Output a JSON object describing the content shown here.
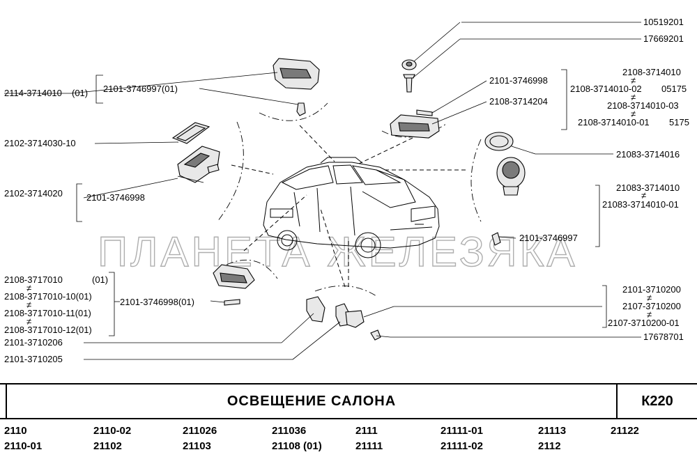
{
  "watermark": "ПЛАНЕТА ЖЕЛЕЗЯКА",
  "part_numbers": {
    "p10519201": "10519201",
    "p17669201": "17669201",
    "p2114_3714010": "2114-3714010",
    "p2114_suffix": "(01)",
    "p2101_3746997_01": "2101-3746997(01)",
    "p2101_3746998_top": "2101-3746998",
    "p2108_3714204": "2108-3714204",
    "p2108_3714010": "2108-3714010",
    "p2108_3714010_02": "2108-3714010-02",
    "p05175": "05175",
    "p2108_3714010_03": "2108-3714010-03",
    "p2108_3714010_01": "2108-3714010-01",
    "p5175": "5175",
    "p2102_3714030_10": "2102-3714030-10",
    "p21083_3714016": "21083-3714016",
    "p2102_3714020": "2102-3714020",
    "p2101_3746998_left": "2101-3746998",
    "p21083_3714010": "21083-3714010",
    "p2101_3746997_right": "2101-3746997",
    "p21083_3714010_01": "21083-3714010-01",
    "p2108_3717010": "2108-3717010",
    "p2108_3717010_suffix": "(01)",
    "p2108_3717010_10": "2108-3717010-10(01)",
    "p2101_3746998_01": "2101-3746998(01)",
    "p2108_3717010_11": "2108-3717010-11(01)",
    "p2108_3717010_12": "2108-3717010-12(01)",
    "p2101_3710200": "2101-3710200",
    "p2107_3710200": "2107-3710200",
    "p2107_3710200_01": "2107-3710200-01",
    "p17678701": "17678701",
    "p2101_3710206": "2101-3710206",
    "p2101_3710205": "2101-3710205",
    "replaced_mark": "≠"
  },
  "title": "ОСВЕЩЕНИЕ  САЛОНА",
  "section_code": "К220",
  "models_row1": [
    "2110",
    "2110-02",
    "211026",
    "211036",
    "2111",
    "21111-01",
    "21113",
    "21122"
  ],
  "models_row2": [
    "2110-01",
    "21102",
    "21103",
    "21108  (01)",
    "21111",
    "21111-02",
    "2112"
  ]
}
